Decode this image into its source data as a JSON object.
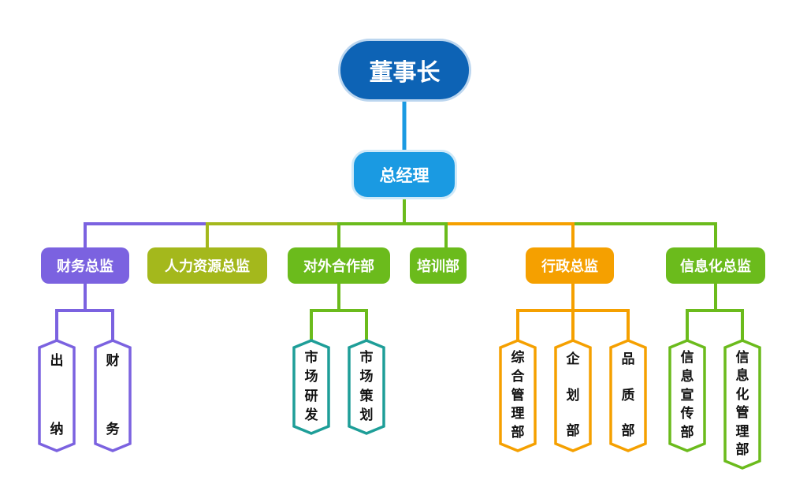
{
  "ceo": "董事长",
  "gm": "总经理",
  "colors": {
    "ceo": "#0d63b5",
    "gm": "#1a9ae2",
    "purple": "#7b62e0",
    "olive": "#a4b81c",
    "green": "#6bbb1c",
    "orange": "#f5a000",
    "teal": "#1e9e98",
    "connector_blue": "#1a9ae2"
  },
  "departments": [
    {
      "label": "财务总监",
      "color": "#7b62e0"
    },
    {
      "label": "人力资源总监",
      "color": "#a4b81c"
    },
    {
      "label": "对外合作部",
      "color": "#6bbb1c"
    },
    {
      "label": "培训部",
      "color": "#6bbb1c"
    },
    {
      "label": "行政总监",
      "color": "#f5a000"
    },
    {
      "label": "信息化总监",
      "color": "#6bbb1c"
    }
  ],
  "sub_units": {
    "finance": [
      {
        "label": "出纳",
        "chars": [
          "出",
          "纳"
        ],
        "color": "#7b62e0"
      },
      {
        "label": "财务",
        "chars": [
          "财",
          "务"
        ],
        "color": "#7b62e0"
      }
    ],
    "external": [
      {
        "label": "市场研发",
        "chars": [
          "市",
          "场",
          "研",
          "发"
        ],
        "color": "#1e9e98"
      },
      {
        "label": "市场策划",
        "chars": [
          "市",
          "场",
          "策",
          "划"
        ],
        "color": "#1e9e98"
      }
    ],
    "admin": [
      {
        "label": "综合管理部",
        "chars": [
          "综",
          "合",
          "管",
          "理",
          "部"
        ],
        "color": "#f5a000"
      },
      {
        "label": "企划部",
        "chars": [
          "企",
          "划",
          "部"
        ],
        "color": "#f5a000"
      },
      {
        "label": "品质部",
        "chars": [
          "品",
          "质",
          "部"
        ],
        "color": "#f5a000"
      }
    ],
    "info": [
      {
        "label": "信息宣传部",
        "chars": [
          "信",
          "息",
          "宣",
          "传",
          "部"
        ],
        "color": "#6bbb1c"
      },
      {
        "label": "信息化管理部",
        "chars": [
          "信",
          "息",
          "化",
          "管",
          "理",
          "部"
        ],
        "color": "#6bbb1c"
      }
    ]
  }
}
